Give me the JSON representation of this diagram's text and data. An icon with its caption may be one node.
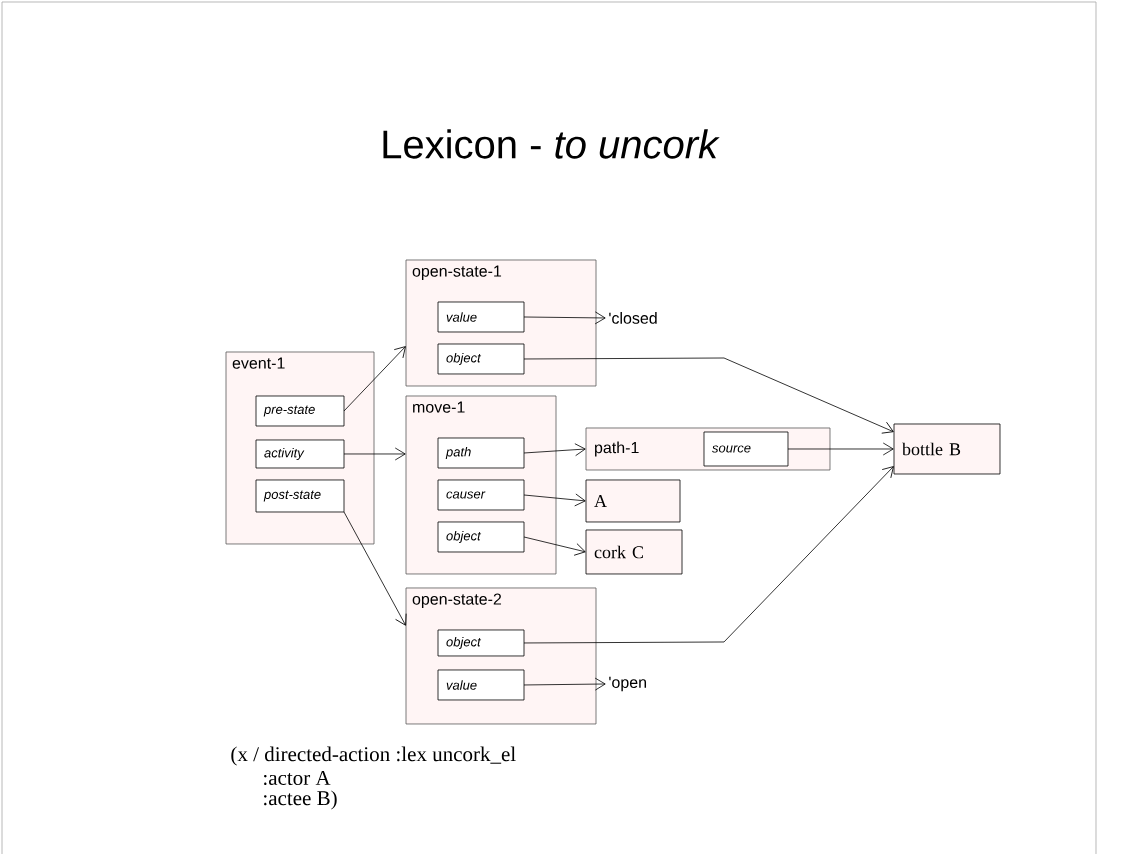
{
  "diagram": {
    "title": "Lexicon - *to uncork*",
    "nodes": [
      {
        "text": [
          "event-1"
        ]
      },
      {
        "text": [
          "pre-state"
        ],
        "in": 0
      },
      {
        "text": [
          "activity"
        ],
        "in": 0
      },
      {
        "text": [
          "post-state"
        ],
        "in": 0
      },
      {
        "text": [
          "open-state-1"
        ]
      },
      {
        "text": [
          "value"
        ],
        "in": 4
      },
      {
        "text": [
          "object"
        ],
        "in": 4
      },
      {
        "text": [
          "'closed"
        ]
      },
      {
        "text": [
          "move-1"
        ]
      },
      {
        "text": [
          "path"
        ],
        "in": 8
      },
      {
        "text": [
          "causer"
        ],
        "in": 8
      },
      {
        "text": [
          "object"
        ],
        "in": 8
      },
      {
        "text": [
          "path-1"
        ]
      },
      {
        "text": [
          "source"
        ],
        "in": 12
      },
      {
        "text": [
          "A"
        ]
      },
      {
        "text": [
          "cork C"
        ]
      },
      {
        "text": [
          "bottle B"
        ]
      },
      {
        "text": [
          "open-state-2"
        ]
      },
      {
        "text": [
          "object"
        ],
        "in": 17
      },
      {
        "text": [
          "value"
        ],
        "in": 17
      },
      {
        "text": [
          "'open"
        ]
      }
    ],
    "edges": [
      {
        "from": 1,
        "to": 4,
        "arrow": "to"
      },
      {
        "from": 2,
        "to": 8,
        "arrow": "to"
      },
      {
        "from": 3,
        "to": 17,
        "arrow": "to"
      },
      {
        "from": 5,
        "to": 7,
        "arrow": "to"
      },
      {
        "from": 6,
        "to": 16,
        "arrow": "to"
      },
      {
        "from": 9,
        "to": 12,
        "arrow": "to"
      },
      {
        "from": 13,
        "to": 16,
        "arrow": "to"
      },
      {
        "from": 10,
        "to": 14,
        "arrow": "to"
      },
      {
        "from": 11,
        "to": 15,
        "arrow": "to"
      },
      {
        "from": 18,
        "to": 16,
        "arrow": "to"
      },
      {
        "from": 19,
        "to": 20,
        "arrow": "to"
      }
    ],
    "labels": [
      "(x / directed-action :lex uncork_el",
      ":actor A",
      ":actee B)"
    ]
  }
}
